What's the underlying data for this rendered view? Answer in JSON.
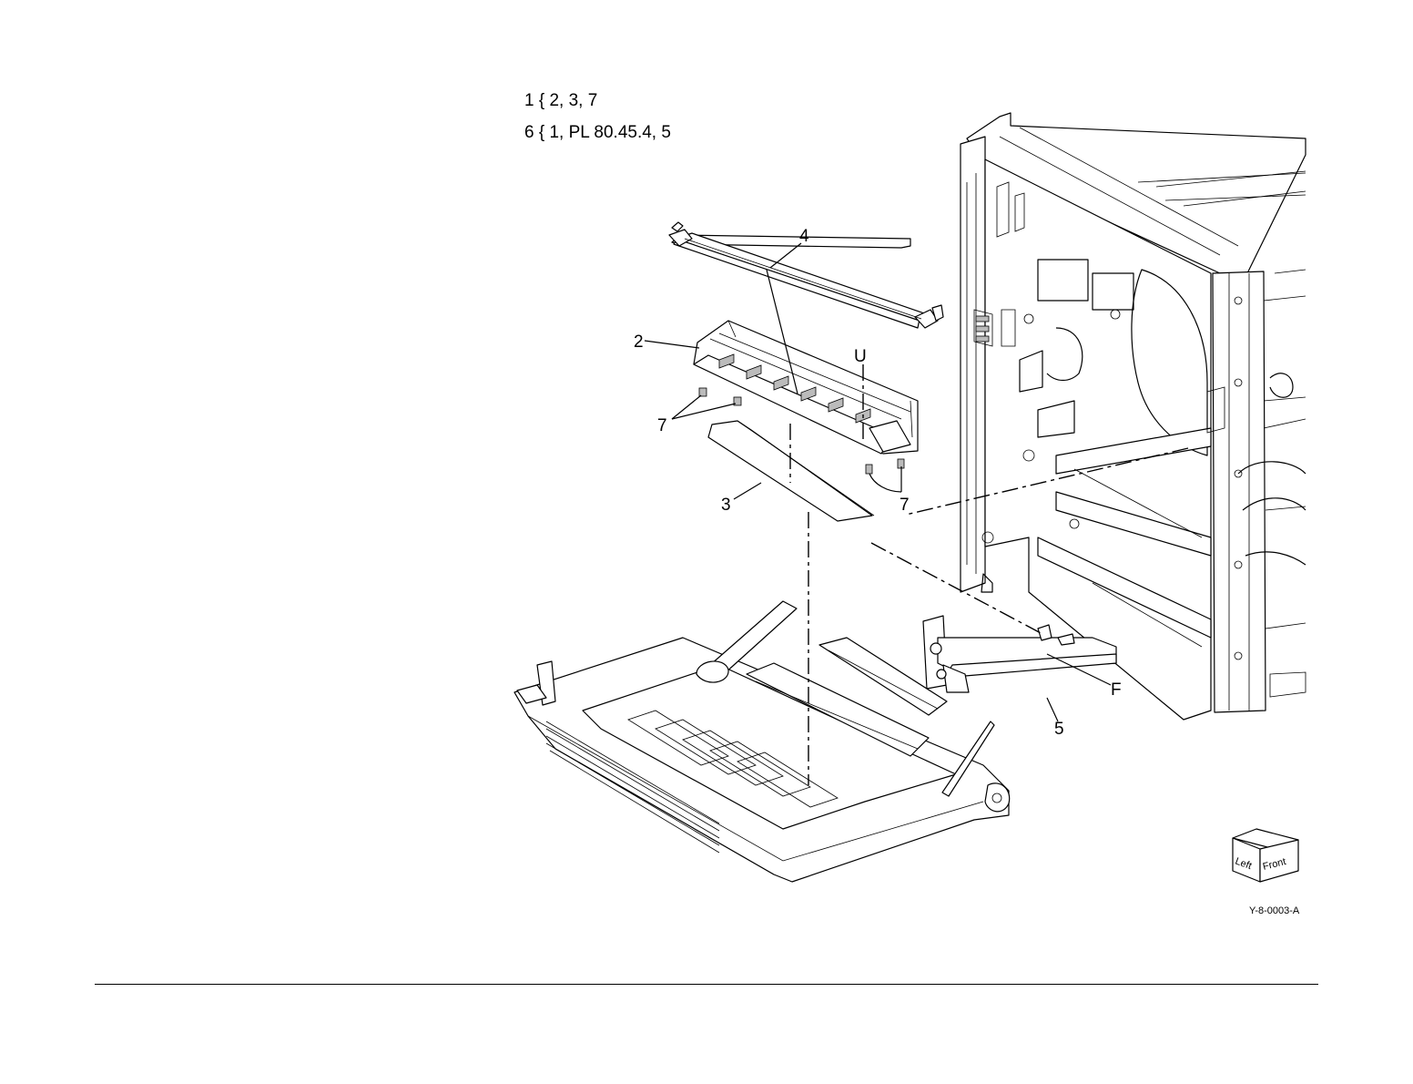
{
  "legend": {
    "line1": "1 { 2, 3, 7",
    "line2": "6 { 1, PL 80.45.4, 5"
  },
  "callouts": {
    "c2": "2",
    "c3": "3",
    "c4": "4",
    "c5": "5",
    "c7a": "7",
    "c7b": "7",
    "cU": "U",
    "cF": "F"
  },
  "orientation_cube": {
    "left": "Left",
    "front": "Front"
  },
  "figure_id": "Y-8-0003-A"
}
